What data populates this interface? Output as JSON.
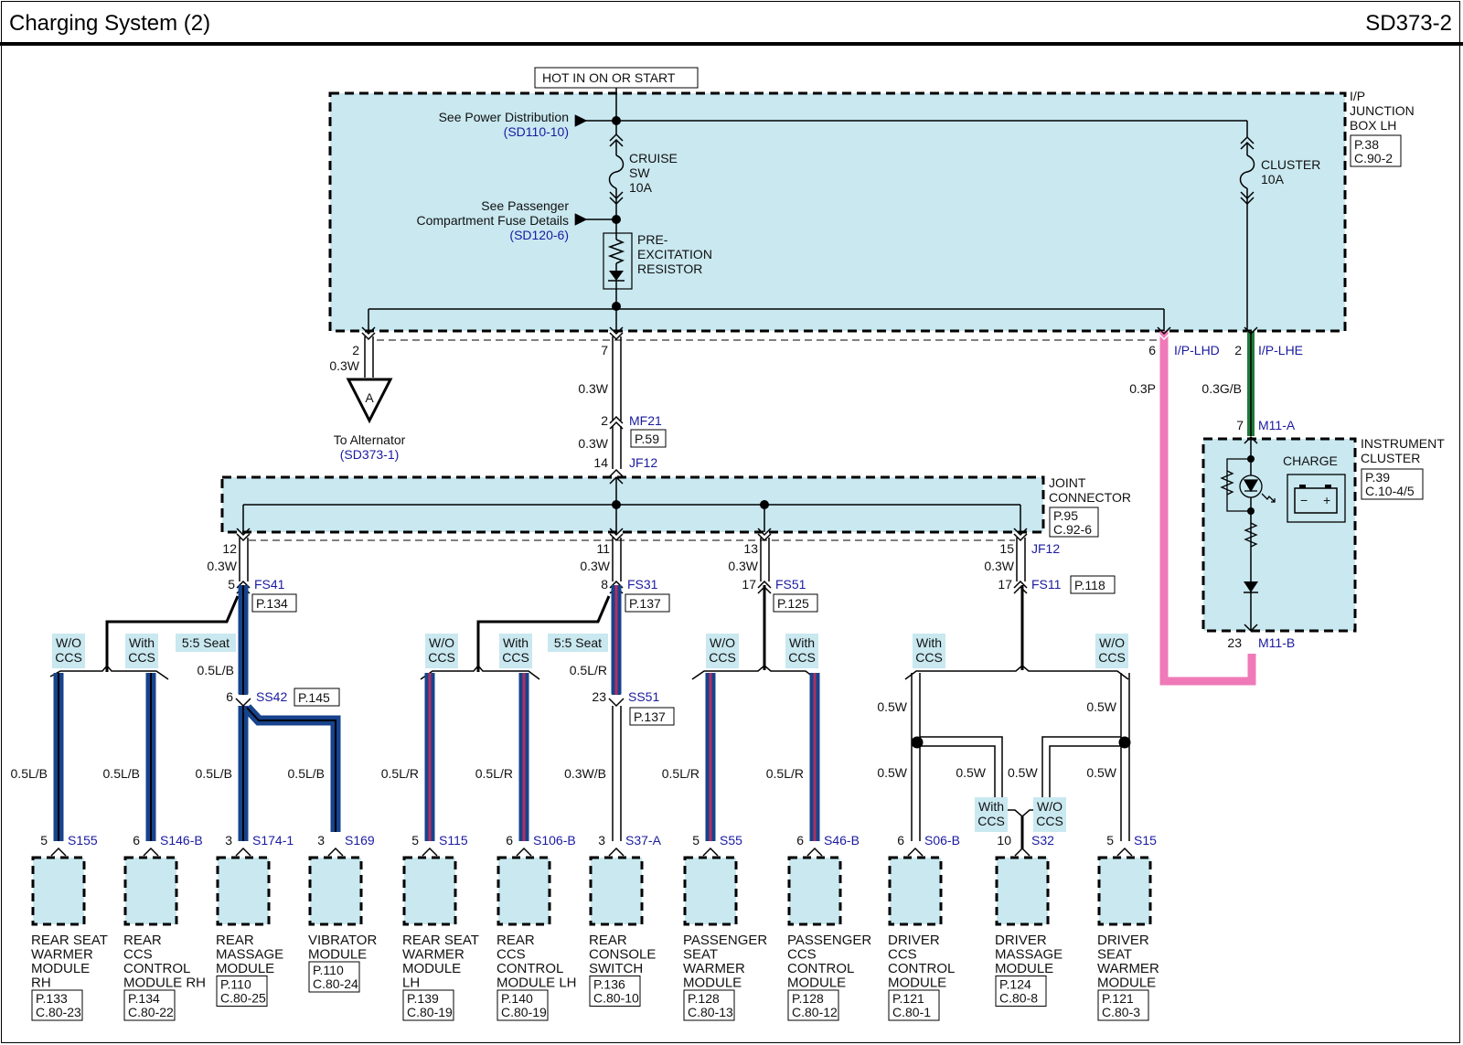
{
  "header": {
    "title": "Charging System (2)",
    "page_code": "SD373-2"
  },
  "colors": {
    "component_fill": "#c9e8f0",
    "link_blue": "#1a1aa0",
    "wire_pink": "#f07ab8",
    "wire_green": "#1f7a3a",
    "wire_blue": "#17428c",
    "wire_red_stripe": "#b03060",
    "option_tag_fill": "#c9e8f0"
  },
  "power_source": {
    "label": "HOT IN ON OR START"
  },
  "junction_box": {
    "name_lines": [
      "I/P",
      "JUNCTION",
      "BOX LH"
    ],
    "ref_lines": [
      "P.38",
      "C.90-2"
    ],
    "see_power": {
      "label": "See Power Distribution",
      "ref": "(SD110-10)"
    },
    "see_passenger": {
      "line1": "See Passenger",
      "line2": "Compartment Fuse Details",
      "ref": "(SD120-6)"
    },
    "fuse_cruise": {
      "lines": [
        "CRUISE",
        "SW",
        "10A"
      ]
    },
    "resistor": {
      "lines": [
        "PRE-",
        "EXCITATION",
        "RESISTOR"
      ]
    },
    "fuse_cluster": {
      "lines": [
        "CLUSTER",
        "10A"
      ]
    }
  },
  "alternator_link": {
    "pin": "2",
    "wire": "0.3W",
    "symbol": "A",
    "label": "To Alternator",
    "ref": "(SD373-1)"
  },
  "main_feed": {
    "pin_top": "7",
    "wire1": "0.3W",
    "mf21_pin": "2",
    "mf21": "MF21",
    "mf21_ref": "P.59",
    "wire2": "0.3W",
    "jf12_pin": "14",
    "jf12": "JF12"
  },
  "ip_lhd": {
    "pin": "6",
    "connector": "I/P-LHD",
    "wire": "0.3P"
  },
  "ip_lhe": {
    "pin": "2",
    "connector": "I/P-LHE",
    "wire": "0.3G/B"
  },
  "instrument_cluster": {
    "name_lines": [
      "INSTRUMENT",
      "CLUSTER"
    ],
    "ref_lines": [
      "P.39",
      "C.10-4/5"
    ],
    "indicator_label": "CHARGE",
    "top_pin": "7",
    "top_connector": "M11-A",
    "bottom_pin": "23",
    "bottom_connector": "M11-B",
    "battery_minus": "−",
    "battery_plus": "+"
  },
  "joint_connector": {
    "name_lines": [
      "JOINT",
      "CONNECTOR"
    ],
    "ref_lines": [
      "P.95",
      "C.92-6"
    ],
    "outputs": [
      {
        "pin": "12",
        "wire": "0.3W",
        "fs_pin": "5",
        "fs": "FS41",
        "fs_ref": "P.134"
      },
      {
        "pin": "11",
        "wire": "0.3W",
        "fs_pin": "8",
        "fs": "FS31",
        "fs_ref": "P.137"
      },
      {
        "pin": "13",
        "wire": "0.3W",
        "fs_pin": "17",
        "fs": "FS51",
        "fs_ref": "P.125"
      },
      {
        "pin": "15",
        "wire": "0.3W",
        "fs_pin": "17",
        "fs": "FS11",
        "fs_ref": "P.118",
        "jf": "JF12"
      }
    ]
  },
  "options": {
    "wo_ccs": [
      "W/O",
      "CCS"
    ],
    "with_ccs": [
      "With",
      "CCS"
    ],
    "seat55": "5:5 Seat"
  },
  "intermediate": {
    "ss42": {
      "pin": "6",
      "name": "SS42",
      "ref": "P.145",
      "wire_in": "0.5L/B"
    },
    "ss51": {
      "pin": "23",
      "name": "SS51",
      "ref": "P.137",
      "wire_in": "0.5L/R"
    },
    "driver_wires": {
      "upper_left": "0.5W",
      "upper_right": "0.5W",
      "lower_left": "0.5W",
      "mid_left": "0.5W",
      "mid_right": "0.5W",
      "lower_right": "0.5W"
    }
  },
  "modules": [
    {
      "pin": "5",
      "connector": "S155",
      "wire": "0.5L/B",
      "name_lines": [
        "REAR SEAT",
        "WARMER",
        "MODULE",
        "RH"
      ],
      "ref_lines": [
        "P.133",
        "C.80-23"
      ]
    },
    {
      "pin": "6",
      "connector": "S146-B",
      "wire": "0.5L/B",
      "name_lines": [
        "REAR",
        "CCS",
        "CONTROL",
        "MODULE RH"
      ],
      "ref_lines": [
        "P.134",
        "C.80-22"
      ]
    },
    {
      "pin": "3",
      "connector": "S174-1",
      "wire": "0.5L/B",
      "name_lines": [
        "REAR",
        "MASSAGE",
        "MODULE"
      ],
      "ref_lines": [
        "P.110",
        "C.80-25"
      ]
    },
    {
      "pin": "3",
      "connector": "S169",
      "wire": "0.5L/B",
      "name_lines": [
        "VIBRATOR",
        "MODULE"
      ],
      "ref_lines": [
        "P.110",
        "C.80-24"
      ]
    },
    {
      "pin": "5",
      "connector": "S115",
      "wire": "0.5L/R",
      "name_lines": [
        "REAR SEAT",
        "WARMER",
        "MODULE",
        "LH"
      ],
      "ref_lines": [
        "P.139",
        "C.80-19"
      ]
    },
    {
      "pin": "6",
      "connector": "S106-B",
      "wire": "0.5L/R",
      "name_lines": [
        "REAR",
        "CCS",
        "CONTROL",
        "MODULE LH"
      ],
      "ref_lines": [
        "P.140",
        "C.80-19"
      ]
    },
    {
      "pin": "3",
      "connector": "S37-A",
      "wire": "0.3W/B",
      "name_lines": [
        "REAR",
        "CONSOLE",
        "SWITCH"
      ],
      "ref_lines": [
        "P.136",
        "C.80-10"
      ]
    },
    {
      "pin": "5",
      "connector": "S55",
      "wire": "0.5L/R",
      "name_lines": [
        "PASSENGER",
        "SEAT",
        "WARMER",
        "MODULE"
      ],
      "ref_lines": [
        "P.128",
        "C.80-13"
      ]
    },
    {
      "pin": "6",
      "connector": "S46-B",
      "wire": "0.5L/R",
      "name_lines": [
        "PASSENGER",
        "CCS",
        "CONTROL",
        "MODULE"
      ],
      "ref_lines": [
        "P.128",
        "C.80-12"
      ]
    },
    {
      "pin": "6",
      "connector": "S06-B",
      "wire": "0.5W",
      "name_lines": [
        "DRIVER",
        "CCS",
        "CONTROL",
        "MODULE"
      ],
      "ref_lines": [
        "P.121",
        "C.80-1"
      ]
    },
    {
      "pin": "10",
      "connector": "S32",
      "wire": "",
      "name_lines": [
        "DRIVER",
        "MASSAGE",
        "MODULE"
      ],
      "ref_lines": [
        "P.124",
        "C.80-8"
      ]
    },
    {
      "pin": "5",
      "connector": "S15",
      "wire": "0.5W",
      "name_lines": [
        "DRIVER",
        "SEAT",
        "WARMER",
        "MODULE"
      ],
      "ref_lines": [
        "P.121",
        "C.80-3"
      ]
    }
  ]
}
